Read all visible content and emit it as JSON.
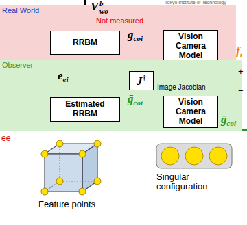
{
  "diagram": {
    "nodes": [
      {
        "text": [
          "Real World"
        ]
      },
      {
        "text": [
          "RRBM"
        ],
        "in": 0
      },
      {
        "text": [
          "Vision Camera Model"
        ],
        "in": 0
      },
      {
        "text": [
          "Observer"
        ]
      },
      {
        "text": [
          "J†"
        ],
        "in": 3
      },
      {
        "text": [
          "Estimated RRBM"
        ],
        "in": 3
      },
      {
        "text": [
          "Vision Camera Model"
        ],
        "in": 3
      }
    ],
    "edges": [
      {
        "from": 1,
        "to": 2,
        "arrow": "to",
        "label": "gcoi"
      },
      {
        "from": 4,
        "to": 5,
        "arrow": "to",
        "label": "eei"
      },
      {
        "from": 5,
        "to": 6,
        "arrow": "to",
        "label": "ḡcoi"
      }
    ],
    "labels": [
      "Tokyo Institute of Technology",
      "V",
      "b",
      "wo",
      "Not measured",
      "fi",
      "+",
      "−",
      "Image Jacobian",
      "ḡcoi",
      "ee",
      "Feature points",
      "Singular configuration"
    ]
  }
}
